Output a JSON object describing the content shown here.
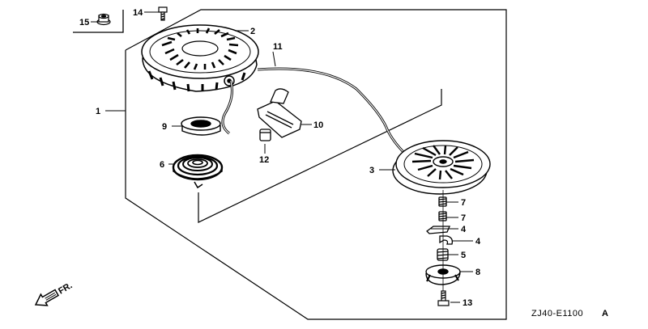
{
  "diagram": {
    "part_labels": {
      "p1": "1",
      "p2": "2",
      "p3": "3",
      "p4a": "4",
      "p4b": "4",
      "p5": "5",
      "p6": "6",
      "p7a": "7",
      "p7b": "7",
      "p8": "8",
      "p9": "9",
      "p10": "10",
      "p11": "11",
      "p12": "12",
      "p13": "13",
      "p14": "14",
      "p15": "15"
    },
    "direction_label": "FR.",
    "drawing_code_text": "ZJ40-E1100",
    "drawing_code_suffix": "A"
  }
}
